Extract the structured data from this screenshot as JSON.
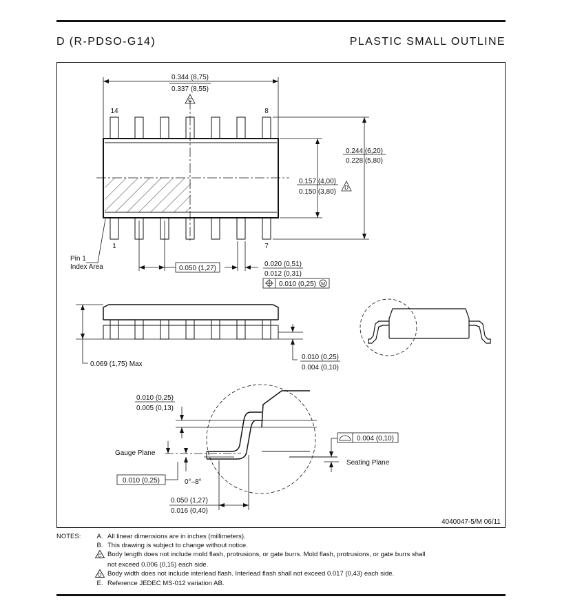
{
  "header": {
    "package": "D (R-PDSO-G14)",
    "type": "PLASTIC SMALL OUTLINE"
  },
  "dims": {
    "body_len_max": "0.344 (8,75)",
    "body_len_min": "0.337 (8,55)",
    "body_len_note": "C",
    "overall_w_max": "0.244 (6,20)",
    "overall_w_min": "0.228 (5,80)",
    "body_w_max": "0.157 (4,00)",
    "body_w_min": "0.150 (3,80)",
    "body_w_note": "D",
    "pitch": "0.050 (1,27)",
    "lead_w_max": "0.020 (0,51)",
    "lead_w_min": "0.012 (0,31)",
    "position_tol": "0.010 (0,25)",
    "position_mod": "M",
    "height_max": "0.069 (1,75) Max",
    "standoff_max": "0.010 (0,25)",
    "standoff_min": "0.004 (0,10)",
    "lead_thk_max": "0.010 (0,25)",
    "lead_thk_min": "0.005 (0,13)",
    "coplanarity": "0.004 (0,10)",
    "gauge": "0.010 (0,25)",
    "angle": "0°–8°",
    "foot_max": "0.050 (1,27)",
    "foot_min": "0.016 (0,40)"
  },
  "labels": {
    "pin14": "14",
    "pin8": "8",
    "pin1": "1",
    "pin7": "7",
    "pin1_area_1": "Pin 1",
    "pin1_area_2": "Index Area",
    "gauge_plane": "Gauge Plane",
    "seating_plane": "Seating Plane",
    "drawing_no": "4040047-5/M   06/11"
  },
  "notes": {
    "title": "NOTES:",
    "items": [
      {
        "letter": "A.",
        "text": "All linear dimensions are in inches (millimeters)."
      },
      {
        "letter": "B.",
        "text": "This drawing is subject to change without notice."
      },
      {
        "letter": "C",
        "tri": true,
        "text": "Body length does not include mold flash, protrusions, or gate burrs.  Mold flash, protrusions, or gate burrs shall"
      },
      {
        "letter": "",
        "text": "not exceed 0.006 (0,15) each side."
      },
      {
        "letter": "D",
        "tri": true,
        "text": "Body width does not include interlead flash.  Interlead flash shall not exceed 0.017 (0,43) each side."
      },
      {
        "letter": "E.",
        "text": "Reference JEDEC MS-012 variation AB."
      }
    ]
  }
}
